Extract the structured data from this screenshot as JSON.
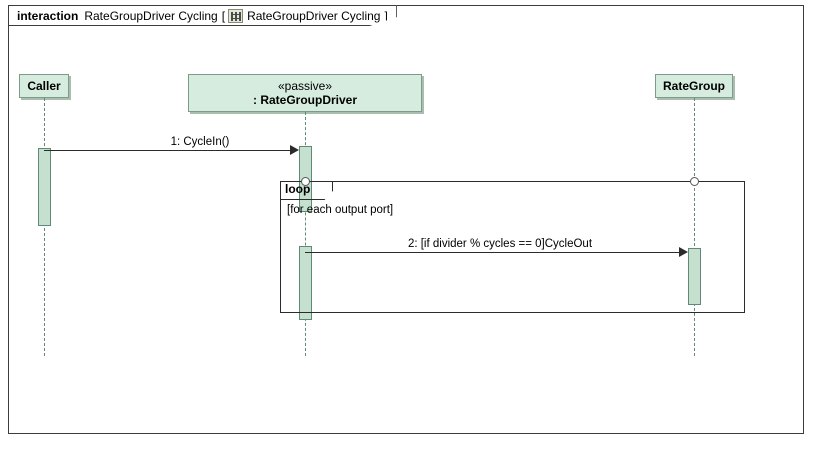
{
  "frame": {
    "keyword": "interaction",
    "title": "RateGroupDriver Cycling",
    "bracket_open": "[",
    "bracket_close": "]",
    "diagram_name": "RateGroupDriver Cycling",
    "icon": "sequence-diagram-icon"
  },
  "lifelines": [
    {
      "id": "caller",
      "name": "Caller",
      "stereotype": ""
    },
    {
      "id": "rategroupdriver",
      "name": ": RateGroupDriver",
      "stereotype": "«passive»"
    },
    {
      "id": "rategroup",
      "name": "RateGroup",
      "stereotype": ""
    }
  ],
  "messages": [
    {
      "id": "msg-1",
      "label": "1: CycleIn()",
      "from": "caller",
      "to": "rategroupdriver",
      "kind": "synchronous-call"
    },
    {
      "id": "msg-2",
      "label": "2: [if divider % cycles == 0]CycleOut",
      "from": "rategroupdriver",
      "to": "rategroup",
      "kind": "synchronous-call"
    }
  ],
  "fragment": {
    "operator": "loop",
    "guard": "[for each output port]"
  },
  "colors": {
    "lifeline_fill": "#d6ecdf",
    "lifeline_border": "#7d9b88",
    "activation_fill": "#c5e0ce",
    "activation_border": "#5f8a78",
    "line": "#2b2b2b",
    "frame_border": "#3c3c3c",
    "background": "#ffffff"
  }
}
